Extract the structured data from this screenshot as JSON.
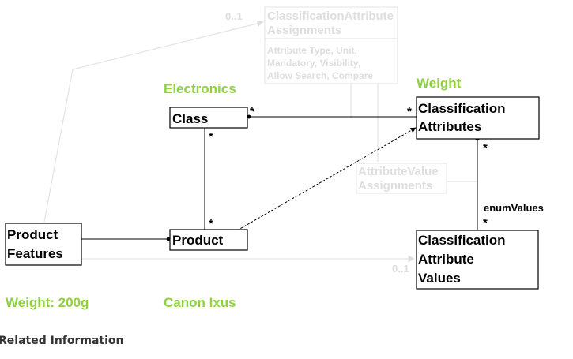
{
  "diagram": {
    "boxes": {
      "classification_attribute_assignments": {
        "line1": "ClassificationAttribute",
        "line2": "Assignments",
        "attributes": [
          "Attribute Type, Unit,",
          "Mandatory, Visibility,",
          "Allow Search, Compare"
        ]
      },
      "class": {
        "label": "Class"
      },
      "classification_attributes": {
        "line1": "Classification",
        "line2": "Attributes"
      },
      "attribute_value_assignments": {
        "line1": "AttributeValue",
        "line2": "Assignments"
      },
      "product_features": {
        "line1": "Product",
        "line2": "Features"
      },
      "product": {
        "label": "Product"
      },
      "classification_attribute_values": {
        "line1": "Classification",
        "line2": "Attribute",
        "line3": "Values"
      }
    },
    "multiplicities": {
      "features_to_assignments": "0..1",
      "class_right": "*",
      "attributes_left": "*",
      "class_bottom": "*",
      "product_top": "*",
      "attributes_bottom": "*",
      "values_top": "*",
      "features_to_values": "0..1"
    },
    "role_label": "enumValues",
    "examples": {
      "electronics": "Electronics",
      "weight": "Weight",
      "weight_value": "Weight: 200g",
      "canon_ixus": "Canon Ixus"
    },
    "colors": {
      "example_green": "#8fd13e",
      "faint_gray": "#dedede"
    }
  },
  "footer": {
    "related_information": "Related Information"
  }
}
